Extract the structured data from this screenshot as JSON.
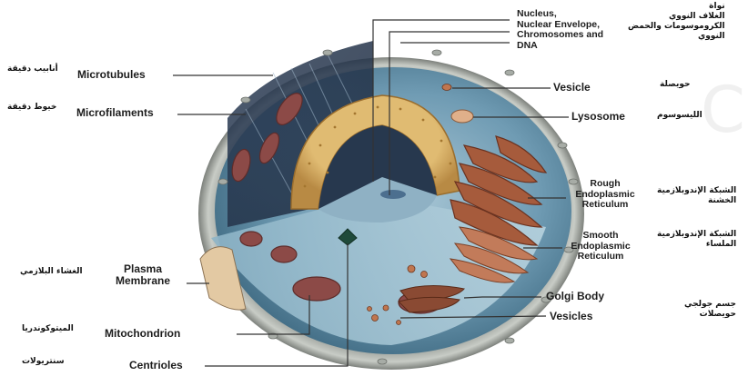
{
  "labels_en": {
    "nucleus": [
      "Nucleus,",
      "Nuclear Envelope,",
      "Chromosomes and",
      "DNA"
    ],
    "microtubules": "Microtubules",
    "microfilaments": "Microfilaments",
    "vesicle": "Vesicle",
    "lysosome": "Lysosome",
    "rough_er": [
      "Rough",
      "Endoplasmic",
      "Reticulum"
    ],
    "smooth_er": [
      "Smooth",
      "Endoplasmic",
      "Reticulum"
    ],
    "plasma_membrane": [
      "Plasma",
      "Membrane"
    ],
    "golgi_body": "Golgi Body",
    "vesicles": "Vesicles",
    "mitochondrion": "Mitochondrion",
    "centrioles": "Centrioles"
  },
  "labels_ar": {
    "nucleus": [
      "نواة",
      "الغلاف النووي",
      "الكروموسومات والحمض",
      "النووي"
    ],
    "microtubules": "أنابيب دقيقة",
    "microfilaments": "خيوط دقيقة",
    "vesicle": "حويصلة",
    "lysosome": "الليسوسوم",
    "rough_er": [
      "الشبكة الإندوبلازمية",
      "الخشنة"
    ],
    "smooth_er": [
      "الشبكة الإندوبلازمية",
      "الملساء"
    ],
    "plasma_membrane": "الغشاء البلازمي",
    "golgi": [
      "جسم جولجي",
      "حويصلات"
    ],
    "mitochondria": "الميتوكوندريا",
    "centrioles": "سنتريولات"
  },
  "colors": {
    "cytoplasm": "#5f8fa8",
    "cytoplasm_light": "#a9c7d6",
    "nucleus_envelope": "#d9b36a",
    "organelle": "#9a4e3a",
    "membrane": "#b9bdb8",
    "leader_line": "#333333"
  }
}
